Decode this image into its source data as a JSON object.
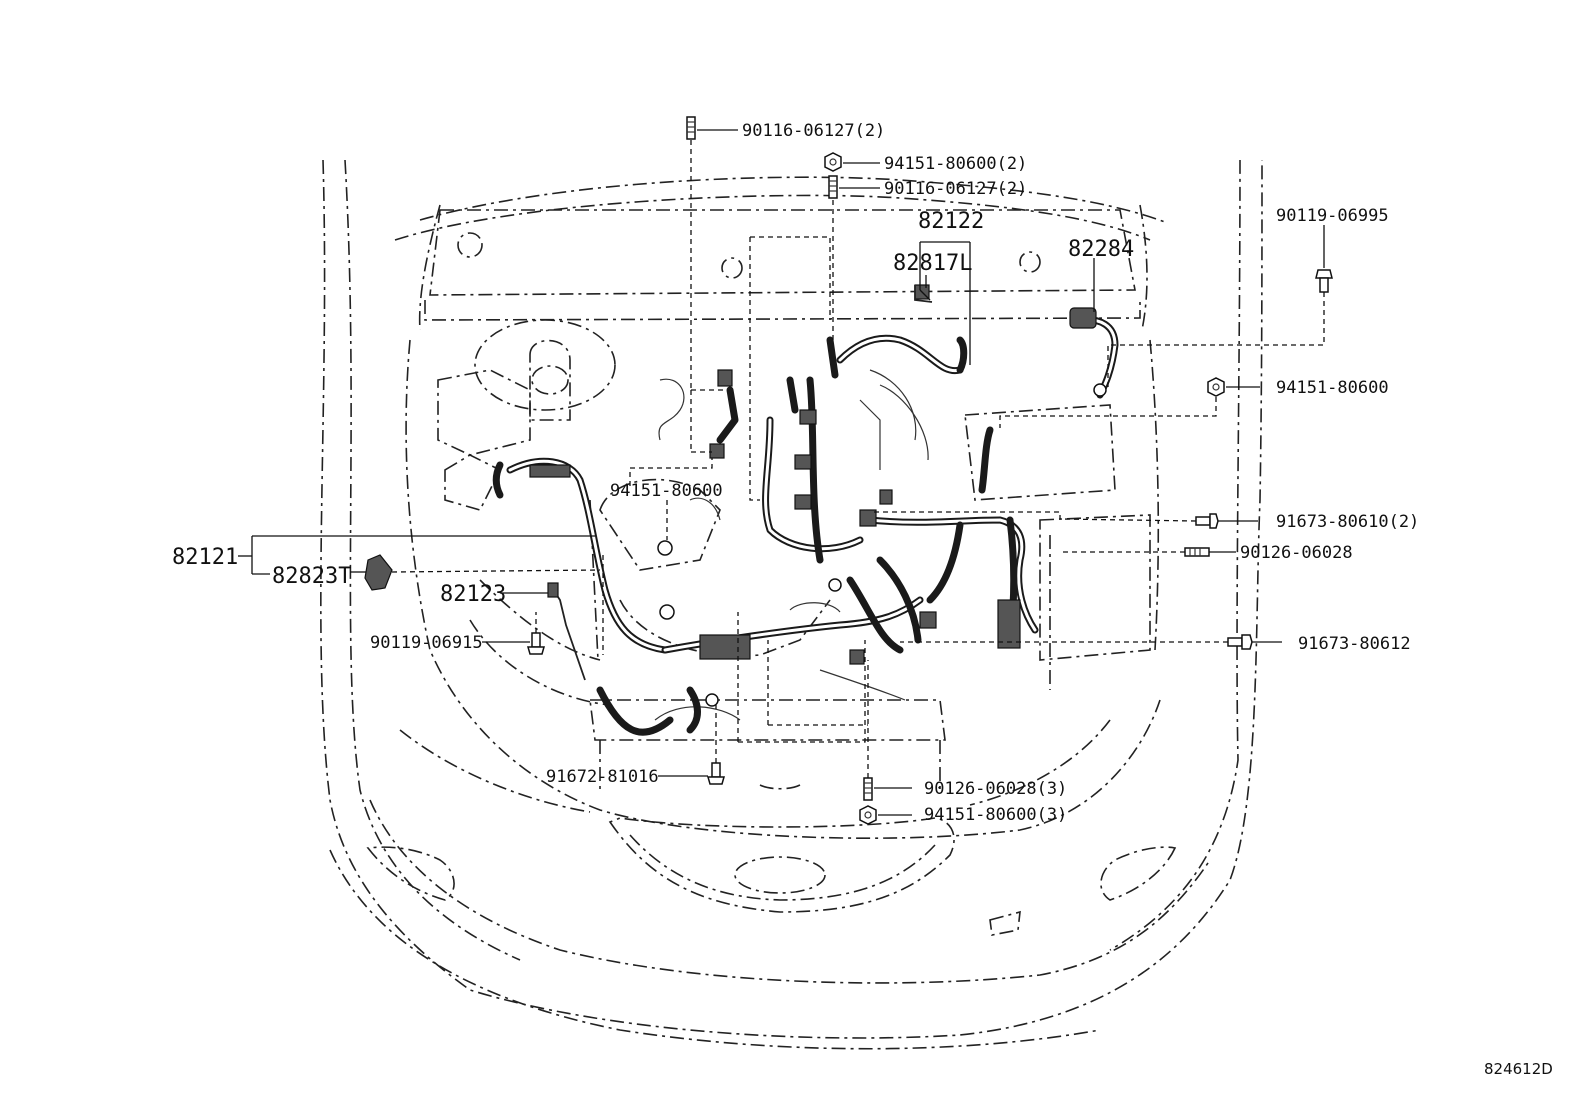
{
  "diagram_id": "824612D",
  "callouts": {
    "p_90116_06127_2_top": "90116-06127(2)",
    "p_94151_80600_2": "94151-80600(2)",
    "p_90116_06127_2_mid": "90116-06127(2)",
    "p_82122": "82122",
    "p_82817L": "82817L",
    "p_82284": "82284",
    "p_90119_06995": "90119-06995",
    "p_94151_80600_right": "94151-80600",
    "p_94151_80600_left": "94151-80600",
    "p_91673_80610_2": "91673-80610(2)",
    "p_90126_06028": "90126-06028",
    "p_82121": "82121",
    "p_82823T": "82823T",
    "p_82123": "82123",
    "p_90119_06915": "90119-06915",
    "p_91673_80612": "91673-80612",
    "p_91672_81016": "91672-81016",
    "p_90126_06028_3": "90126-06028(3)",
    "p_94151_80600_3": "94151-80600(3)"
  }
}
